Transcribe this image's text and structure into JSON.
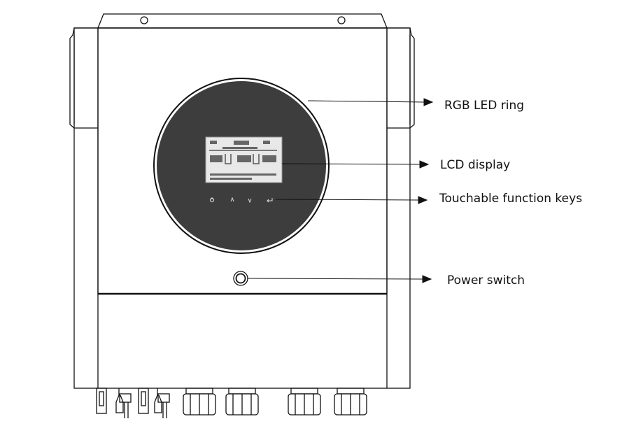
{
  "labels": {
    "rgb_led_ring": "RGB LED ring",
    "lcd_display": "LCD display",
    "function_keys": "Touchable function keys",
    "power_switch": "Power switch"
  },
  "colors": {
    "line": "#111111",
    "panel": "#3d3d3d",
    "lcd": "#e8e8e8",
    "background": "#ffffff"
  },
  "function_key_icons": [
    "power-icon",
    "up-icon",
    "down-icon",
    "enter-icon"
  ]
}
